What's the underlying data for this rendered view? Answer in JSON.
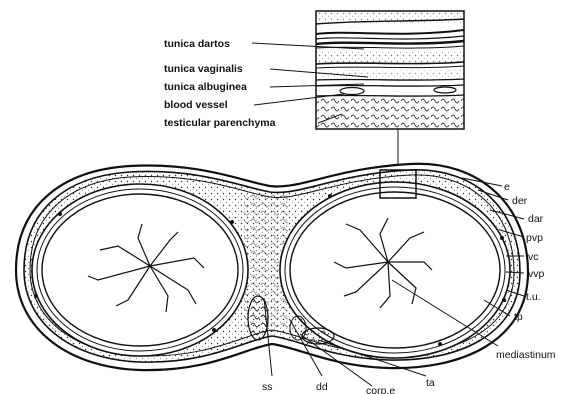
{
  "inset_labels": [
    "tunica dartos",
    "tunica vaginalis",
    "tunica albuginea",
    "blood vessel",
    "testicular parenchyma"
  ],
  "right_labels": [
    "e",
    "der",
    "dar",
    "pvp",
    "vc",
    "vvp",
    "t.u.",
    "tp",
    "mediastinum"
  ],
  "bottom_labels": [
    "ss",
    "dd",
    "corp.e",
    "ta"
  ]
}
